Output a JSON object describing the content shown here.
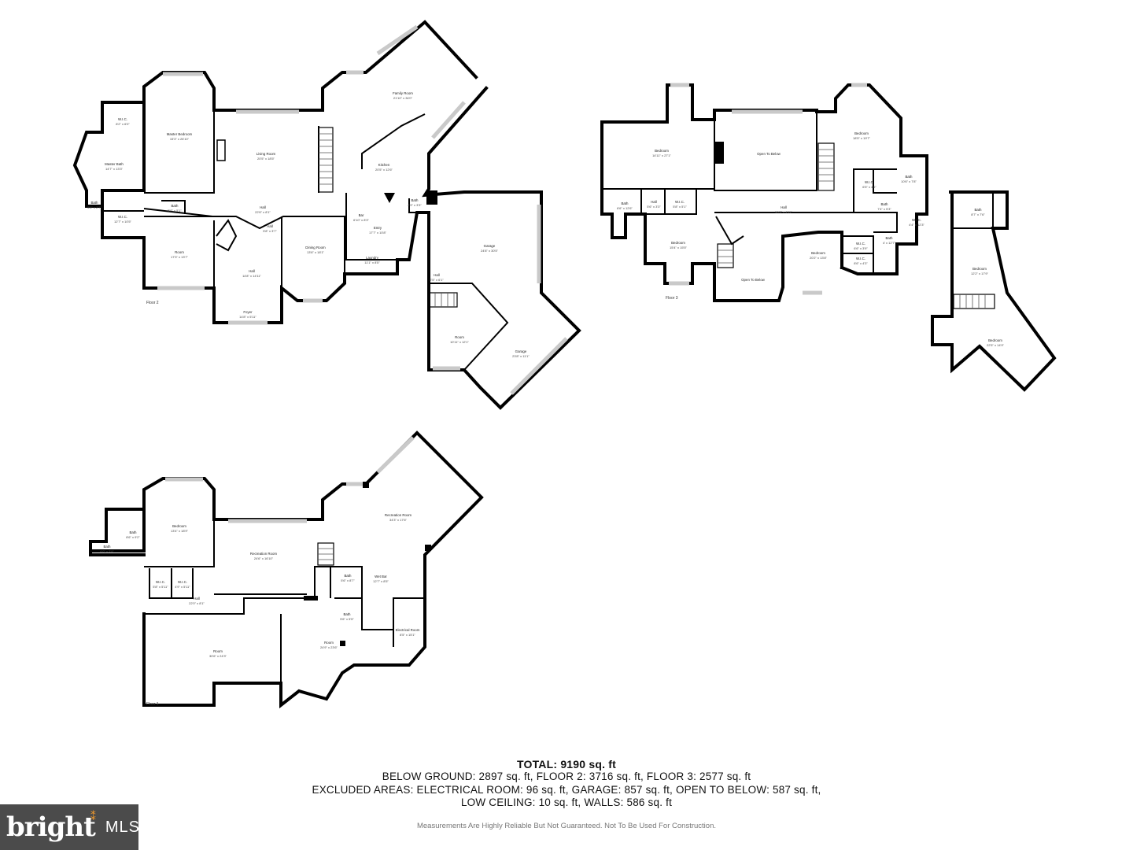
{
  "floors": [
    {
      "label": "Floor 2",
      "rooms": [
        {
          "name": "W.I.C.",
          "dim": "8'2\" x 6'0\""
        },
        {
          "name": "Master Bath",
          "dim": "14'7\" x 13'3\""
        },
        {
          "name": "Master Bedroom",
          "dim": "15'3\" x 26'10\""
        },
        {
          "name": "Living Room",
          "dim": "20'5\" x 18'5\""
        },
        {
          "name": "Family Room",
          "dim": "21'10\" x 34'0\""
        },
        {
          "name": "Kitchen",
          "dim": "20'5\" x 12'6\""
        },
        {
          "name": "Bath",
          "dim": "5'6\" x 2'7\""
        },
        {
          "name": "W.I.C.",
          "dim": "12'7\" x 10'5\""
        },
        {
          "name": "Bath",
          "dim": "5'8\" x 5'1\""
        },
        {
          "name": "Hall",
          "dim": "22'6\" x 8'1\""
        },
        {
          "name": "Bath",
          "dim": "4'9\" x 3'3\""
        },
        {
          "name": "Bar",
          "dim": "6'10\" x 8'3\""
        },
        {
          "name": "Entry",
          "dim": "17'7\" x 10'8\""
        },
        {
          "name": "Hall",
          "dim": "5'8\" x 3'7\""
        },
        {
          "name": "Room",
          "dim": "17'3\" x 13'7\""
        },
        {
          "name": "Hall",
          "dim": "14'8\" x 14'11\""
        },
        {
          "name": "Dining Room",
          "dim": "13'6\" x 18'1\""
        },
        {
          "name": "Laundry",
          "dim": "11'1\" x 8'5\""
        },
        {
          "name": "Garage",
          "dim": "24'8\" x 30'5\""
        },
        {
          "name": "Hall",
          "dim": "2'5\" x 6'1\""
        },
        {
          "name": "Foyer",
          "dim": "14'8\" x 5'11\""
        },
        {
          "name": "Room",
          "dim": "10'11\" x 12'1\""
        },
        {
          "name": "Garage",
          "dim": "23'8\" x 11'1\""
        }
      ]
    },
    {
      "label": "Floor 3",
      "rooms": [
        {
          "name": "Bedroom",
          "dim": "14'11\" x 27'1\""
        },
        {
          "name": "Open To Below",
          "dim": ""
        },
        {
          "name": "Bedroom",
          "dim": "18'5\" x 19'7\""
        },
        {
          "name": "W.I.C.",
          "dim": "6'5\" x 4'6\""
        },
        {
          "name": "Bath",
          "dim": "10'6\" x 7'8\""
        },
        {
          "name": "Bath",
          "dim": "6'6\" x 12'6\""
        },
        {
          "name": "Hall",
          "dim": "5'6\" x 3'3\""
        },
        {
          "name": "W.I.C.",
          "dim": "5'8\" x 5'1\""
        },
        {
          "name": "Hall",
          "dim": "30'3\" x 4'11\""
        },
        {
          "name": "Bath",
          "dim": "7'4\" x 5'3\""
        },
        {
          "name": "W.I.C.",
          "dim": "4'4\" x 12'3\""
        },
        {
          "name": "Bedroom",
          "dim": "15'4\" x 15'5\""
        },
        {
          "name": "Bedroom",
          "dim": "20'2\" x 13'8\""
        },
        {
          "name": "W.I.C.",
          "dim": "6'6\" x 3'9\""
        },
        {
          "name": "Bath",
          "dim": "4' x 12'7\""
        },
        {
          "name": "W.I.C.",
          "dim": "8'6\" x 4'3\""
        },
        {
          "name": "Open To Below",
          "dim": ""
        },
        {
          "name": "Bath",
          "dim": "8'7\" x 7'6\""
        },
        {
          "name": "Bedroom",
          "dim": "12'2\" x 17'9\""
        },
        {
          "name": "Bedroom",
          "dim": "22'5\" x 14'9\""
        }
      ]
    },
    {
      "label": "Floor 1",
      "rooms": [
        {
          "name": "Bath",
          "dim": "8'6\" x 9'2\""
        },
        {
          "name": "Bath",
          "dim": "6'0\" x 3'9\""
        },
        {
          "name": "Bedroom",
          "dim": "13'4\" x 18'9\""
        },
        {
          "name": "Recreation Room",
          "dim": "24'6\" x 16'10\""
        },
        {
          "name": "Recreation Room",
          "dim": "34'3\" x 17'6\""
        },
        {
          "name": "W.I.C.",
          "dim": "5'8\" x 5'11\""
        },
        {
          "name": "W.I.C.",
          "dim": "4'9\" x 5'11\""
        },
        {
          "name": "Hall",
          "dim": "22'0\" x 8'1\""
        },
        {
          "name": "Bath",
          "dim": "5'6\" x 8'7\""
        },
        {
          "name": "Wet Bar",
          "dim": "12'7\" x 8'5\""
        },
        {
          "name": "Bath",
          "dim": "5'6\" x 5'5\""
        },
        {
          "name": "Electrical Room",
          "dim": "8'5\" x 15'1\""
        },
        {
          "name": "Room",
          "dim": "30'6\" x 24'3\""
        },
        {
          "name": "Room",
          "dim": "24'9\" x 23'6\""
        }
      ]
    }
  ],
  "summary": {
    "total": "TOTAL: 9190 sq. ft",
    "line1": "BELOW GROUND: 2897 sq. ft, FLOOR 2: 3716 sq. ft, FLOOR 3: 2577 sq. ft",
    "line2": "EXCLUDED AREAS: ELECTRICAL ROOM: 96 sq. ft, GARAGE: 857 sq. ft, OPEN TO BELOW: 587 sq. ft,",
    "line3": "LOW CEILING: 10 sq. ft, WALLS: 586 sq. ft"
  },
  "disclaimer": "Measurements Are Highly Reliable But Not Guaranteed. Not To Be Used For Construction.",
  "logo": {
    "brand": "bright",
    "mls": "MLS",
    "accent": "#f39a2b",
    "background": "#4b4b4b"
  }
}
